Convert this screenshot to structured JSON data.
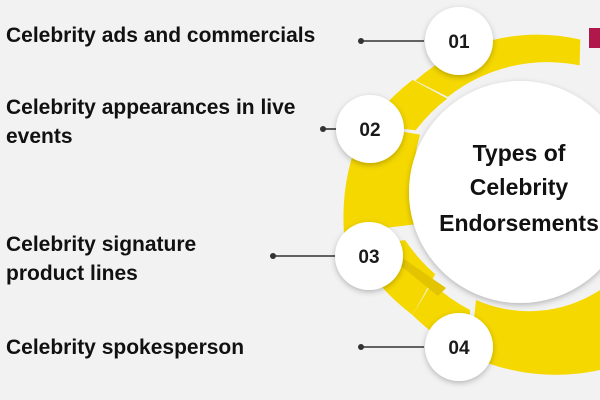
{
  "items": [
    {
      "number": "01",
      "label": "Celebrity ads and commercials"
    },
    {
      "number": "02",
      "label": "Celebrity appearances in live events"
    },
    {
      "number": "03",
      "label": "Celebrity signature product lines"
    },
    {
      "number": "04",
      "label": "Celebrity spokesperson"
    }
  ],
  "center": {
    "line1": "Types of",
    "line2": "Celebrity",
    "line3": "Endorsements"
  },
  "colors": {
    "background": "#f2f2f2",
    "yellow": "#f5d800",
    "yellow_dark": "#e2c400",
    "connector": "#333333",
    "accent": "#b0184c"
  }
}
